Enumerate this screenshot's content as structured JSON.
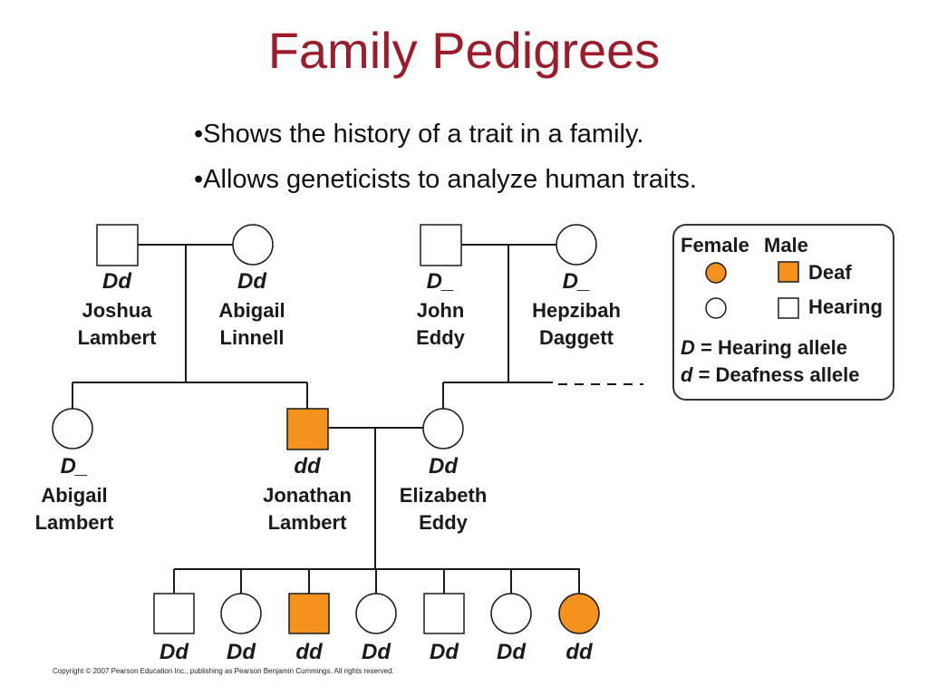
{
  "title": "Family Pedigrees",
  "bullets": [
    "•Shows the history of a trait in a family.",
    "•Allows geneticists to analyze human traits."
  ],
  "colors": {
    "title": "#9c1c2b",
    "affected_fill": "#f5921e",
    "line": "#1a1a1a"
  },
  "pedigree": {
    "generation1": {
      "lambert_couple": {
        "husband": {
          "genotype": "Dd",
          "first": "Joshua",
          "last": "Lambert",
          "sex": "male",
          "deaf": false
        },
        "wife": {
          "genotype": "Dd",
          "first": "Abigail",
          "last": "Linnell",
          "sex": "female",
          "deaf": false
        }
      },
      "eddy_couple": {
        "husband": {
          "genotype": "D_",
          "first": "John",
          "last": "Eddy",
          "sex": "male",
          "deaf": false
        },
        "wife": {
          "genotype": "D_",
          "first": "Hepzibah",
          "last": "Daggett",
          "sex": "female",
          "deaf": false
        }
      }
    },
    "generation2": [
      {
        "genotype": "D_",
        "first": "Abigail",
        "last": "Lambert",
        "sex": "female",
        "deaf": false
      },
      {
        "genotype": "dd",
        "first": "Jonathan",
        "last": "Lambert",
        "sex": "male",
        "deaf": true
      },
      {
        "genotype": "Dd",
        "first": "Elizabeth",
        "last": "Eddy",
        "sex": "female",
        "deaf": false
      }
    ],
    "generation3": [
      {
        "genotype": "Dd",
        "sex": "male",
        "deaf": false
      },
      {
        "genotype": "Dd",
        "sex": "female",
        "deaf": false
      },
      {
        "genotype": "dd",
        "sex": "male",
        "deaf": true
      },
      {
        "genotype": "Dd",
        "sex": "female",
        "deaf": false
      },
      {
        "genotype": "Dd",
        "sex": "male",
        "deaf": false
      },
      {
        "genotype": "Dd",
        "sex": "female",
        "deaf": false
      },
      {
        "genotype": "dd",
        "sex": "female",
        "deaf": true
      }
    ]
  },
  "legend": {
    "female_header": "Female",
    "male_header": "Male",
    "deaf_label": "Deaf",
    "hearing_label": "Hearing",
    "hearing_allele_symbol": "D",
    "hearing_allele_text": " = Hearing allele",
    "deafness_allele_symbol": "d",
    "deafness_allele_text": " = Deafness allele"
  },
  "copyright": "Copyright © 2007 Pearson Education Inc., publishing as Pearson Benjamin Cummings. All rights reserved."
}
